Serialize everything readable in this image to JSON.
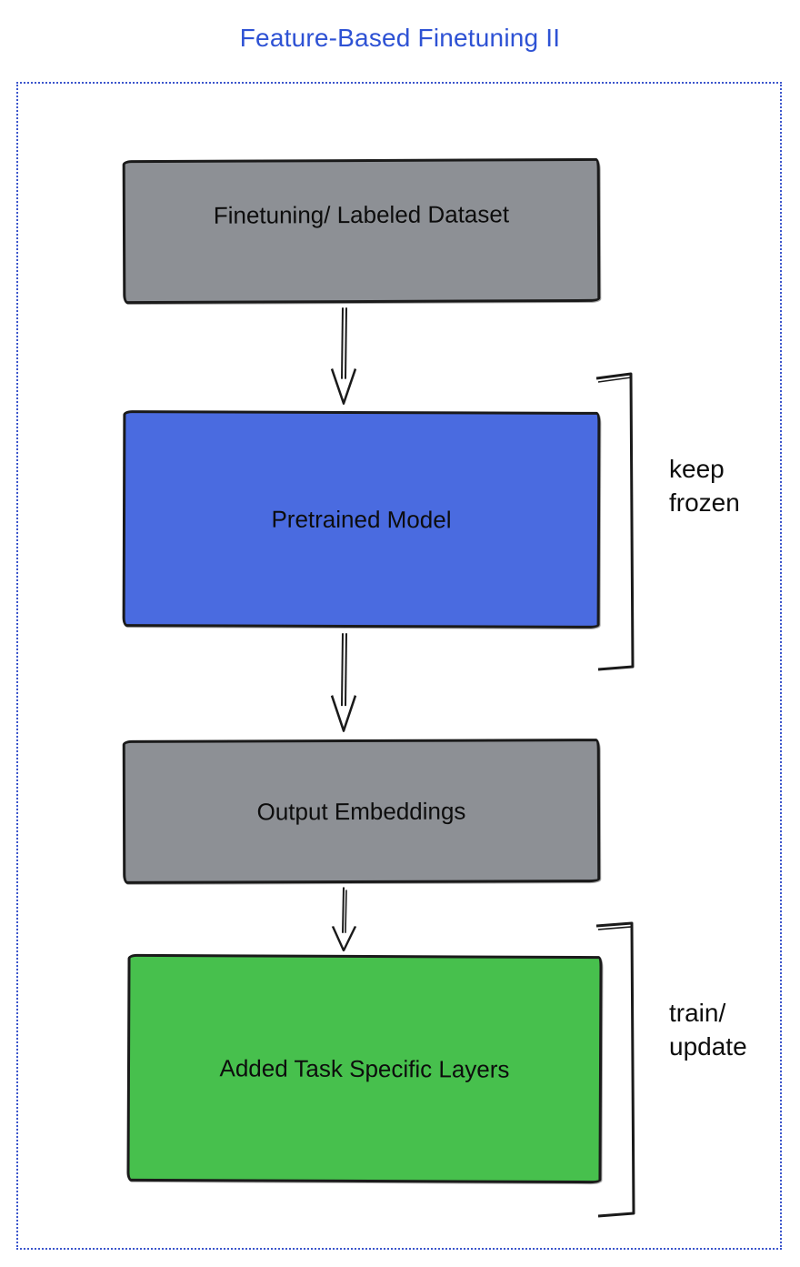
{
  "title": "Feature-Based Finetuning II",
  "colors": {
    "title_blue": "#2e52d4",
    "frame_blue": "#3c56cc",
    "gray": "#8d9095",
    "blue": "#4a6be0",
    "green": "#47c04d",
    "stroke": "#1a1a1a"
  },
  "nodes": {
    "dataset": {
      "label": "Finetuning/ Labeled Dataset",
      "fill": "gray"
    },
    "pretrained": {
      "label": "Pretrained Model",
      "fill": "blue"
    },
    "embeddings": {
      "label": "Output Embeddings",
      "fill": "gray"
    },
    "task_layers": {
      "label": "Added Task Specific Layers",
      "fill": "green"
    }
  },
  "annotations": {
    "keep_frozen": {
      "line1": "keep",
      "line2": "frozen",
      "target": "pretrained"
    },
    "train_update": {
      "line1": "train/",
      "line2": "update",
      "target": "task_layers"
    }
  }
}
